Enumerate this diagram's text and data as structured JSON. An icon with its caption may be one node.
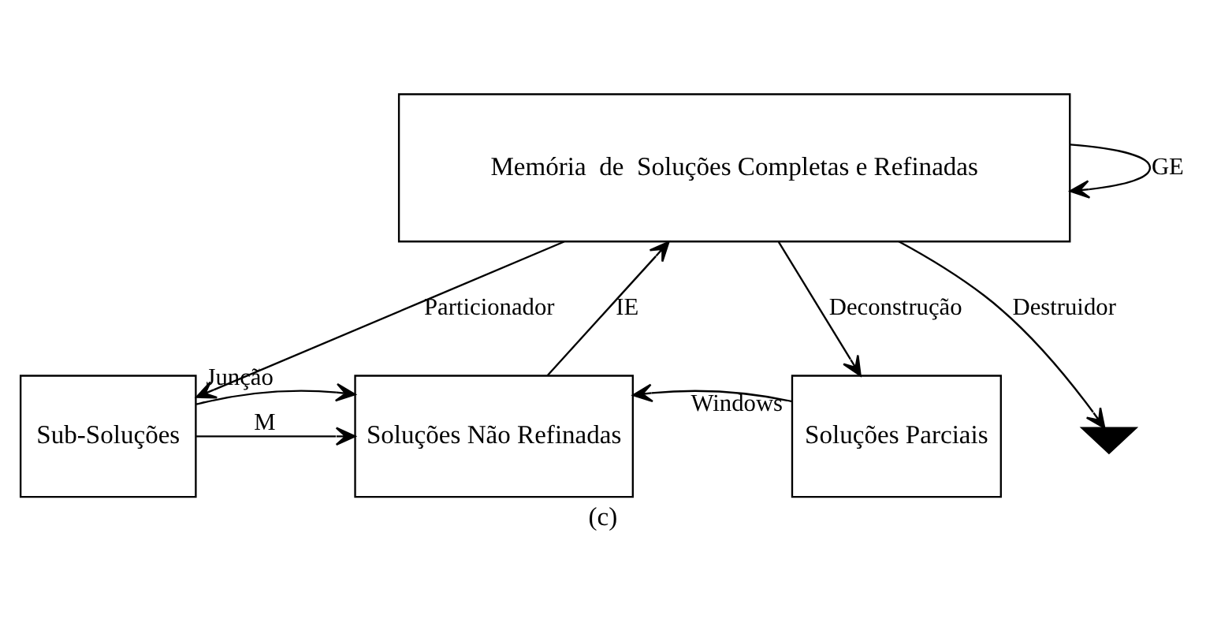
{
  "diagram": {
    "caption": "(c)",
    "nodes": [
      {
        "text": [
          "Memória  de  Soluções Completas e Refinadas"
        ]
      },
      {
        "text": [
          "Sub-Soluções"
        ]
      },
      {
        "text": [
          "Soluções Não Refinadas"
        ]
      },
      {
        "text": [
          "Soluções Parciais"
        ]
      },
      {
        "text": [],
        "shape": "ground"
      }
    ],
    "edges": [
      {
        "from": 0,
        "to": 0,
        "arrow": "to",
        "label": "GE"
      },
      {
        "from": 0,
        "to": 1,
        "arrow": "to",
        "label": "Particionador"
      },
      {
        "from": 1,
        "to": 2,
        "arrow": "to",
        "label": "M"
      },
      {
        "from": 1,
        "to": 2,
        "arrow": "to",
        "label": "Junção"
      },
      {
        "from": 2,
        "to": 0,
        "arrow": "to",
        "label": "IE"
      },
      {
        "from": 0,
        "to": 3,
        "arrow": "to",
        "label": "Deconstrução"
      },
      {
        "from": 3,
        "to": 2,
        "arrow": "to",
        "label": "Windows"
      },
      {
        "from": 0,
        "to": 4,
        "arrow": "to",
        "label": "Destruidor"
      }
    ]
  }
}
